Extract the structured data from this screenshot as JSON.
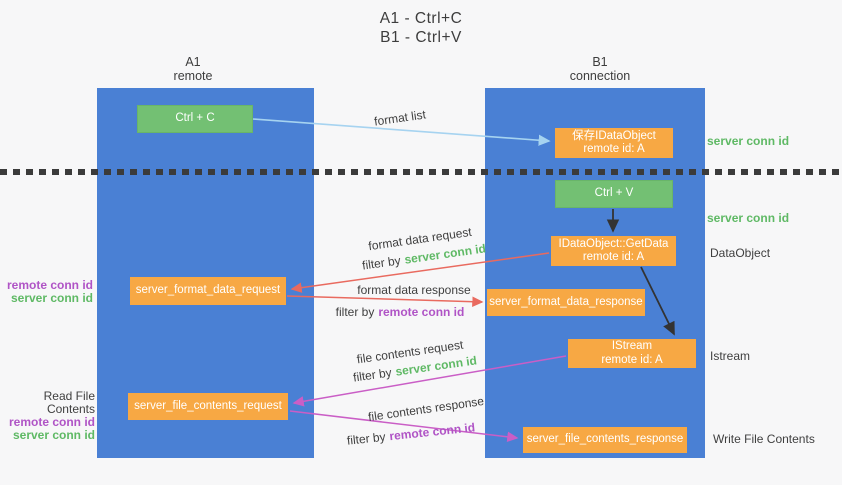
{
  "title": {
    "line1": "A1 - Ctrl+C",
    "line2": "B1 - Ctrl+V"
  },
  "columns": {
    "left": {
      "name": "A1",
      "role": "remote"
    },
    "right": {
      "name": "B1",
      "role": "connection"
    }
  },
  "nodes": {
    "ctrl_c": {
      "label": "Ctrl + C"
    },
    "ctrl_v": {
      "label": "Ctrl + V"
    },
    "save_idataobject": {
      "line1": "保存IDataObject",
      "line2": "remote id: A"
    },
    "idataobject_getdata": {
      "line1": "IDataObject::GetData",
      "line2": "remote id: A"
    },
    "server_format_data_request": {
      "label": "server_format_data_request"
    },
    "server_format_data_response": {
      "label": "server_format_data_response"
    },
    "istream": {
      "line1": "IStream",
      "line2": "remote id: A"
    },
    "server_file_contents_request": {
      "label": "server_file_contents_request"
    },
    "server_file_contents_response": {
      "label": "server_file_contents_response"
    }
  },
  "arrow_labels": {
    "format_list": "format list",
    "format_data_request": "format data request",
    "format_data_response": "format data response",
    "file_contents_request": "file contents request",
    "file_contents_response": "file contents response",
    "filter_by": "filter by"
  },
  "annotations": {
    "server_conn_id": "server conn id",
    "remote_conn_id": "remote conn id",
    "dataobject": "DataObject",
    "istream": "Istream",
    "read_file_contents": "Read File Contents",
    "write_file_contents": "Write File Contents"
  },
  "colors": {
    "column_blue": "#4a80d4",
    "box_green": "#73c073",
    "box_orange": "#f7a844",
    "text_green": "#5fb965",
    "text_purple": "#b054c6",
    "arrow_red": "#e96a5f",
    "arrow_magenta": "#ca5ec6",
    "arrow_blue": "#a6d3f0",
    "arrow_black": "#333333",
    "dotted_line": "#3b3b3b"
  }
}
